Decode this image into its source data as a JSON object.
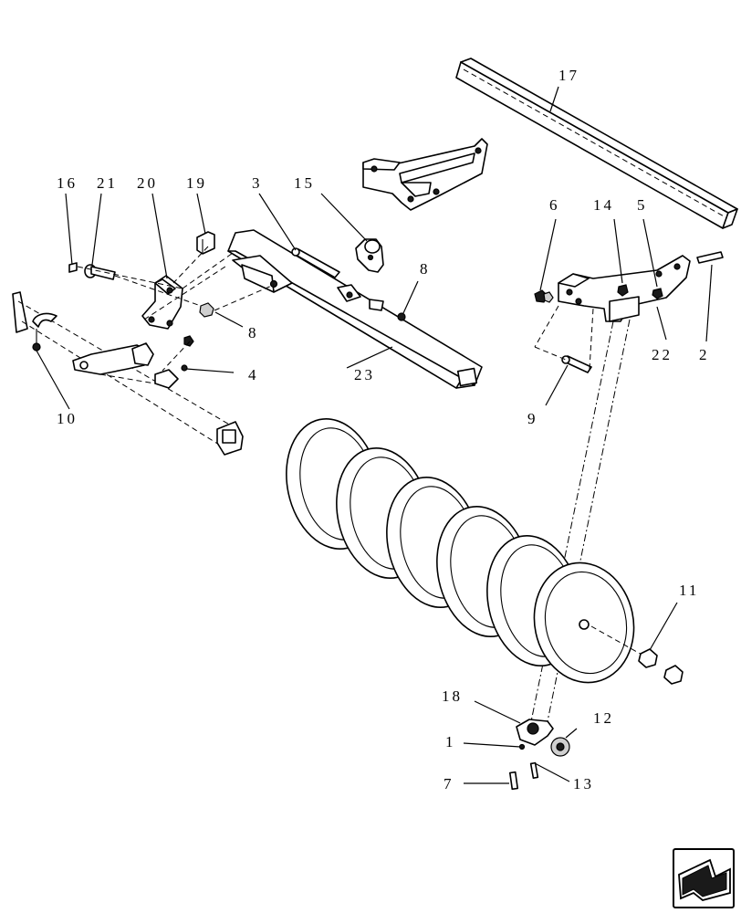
{
  "callouts": {
    "c1": "1",
    "c2": "2",
    "c3": "3",
    "c4": "4",
    "c5": "5",
    "c6": "6",
    "c7": "7",
    "c8a": "8",
    "c8b": "8",
    "c9": "9",
    "c10": "10",
    "c11": "11",
    "c12": "12",
    "c13": "13",
    "c14": "14",
    "c15": "15",
    "c16": "16",
    "c17": "17",
    "c18": "18",
    "c19": "19",
    "c20": "20",
    "c21": "21",
    "c22": "22",
    "c23": "23"
  },
  "nav_icon": "previous-page-arrow-icon"
}
